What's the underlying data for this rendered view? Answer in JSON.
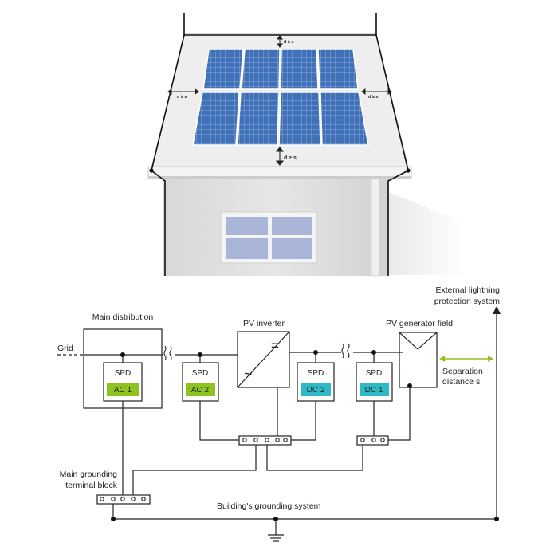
{
  "roof": {
    "clearance_top": "d ≥ s",
    "clearance_left": "d ≥ s",
    "clearance_right": "d ≥ s",
    "clearance_bottom": "d ≥ s"
  },
  "diagram": {
    "label_external_lps_1": "External lightning",
    "label_external_lps_2": "protection system",
    "label_main_distribution": "Main distribution",
    "label_pv_inverter": "PV inverter",
    "label_pv_generator_field": "PV generator field",
    "label_grid": "Grid",
    "label_separation_1": "Separation",
    "label_separation_2": "distance s",
    "label_main_grounding_1": "Main grounding",
    "label_main_grounding_2": "terminal block",
    "label_building_grounding": "Building's grounding system",
    "spd_label": "SPD",
    "spd_ac1": "AC 1",
    "spd_ac2": "AC 2",
    "spd_dc2": "DC 2",
    "spd_dc1": "DC 1",
    "inverter_dc_symbol": "=",
    "inverter_ac_symbol": "~",
    "break_symbol": "≈"
  },
  "colors": {
    "ac_badge": "#8fc31f",
    "dc_badge": "#2fb8c6",
    "separation_arrow": "#8fc31f",
    "panel_blue": "#3d6fb8",
    "roof": "#eeeeee",
    "wall": "#e3e3e3",
    "window_glass": "#aab6d8"
  }
}
